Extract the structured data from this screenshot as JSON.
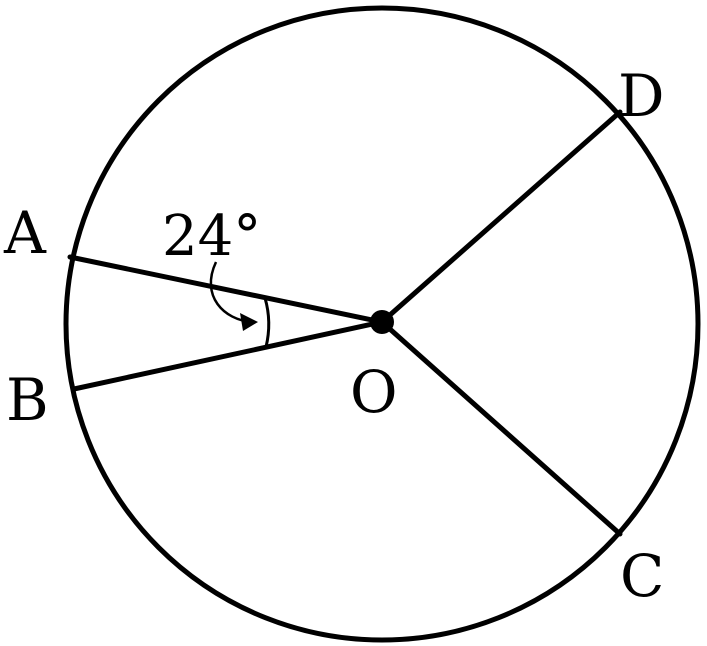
{
  "diagram": {
    "points": {
      "A": "A",
      "B": "B",
      "C": "C",
      "D": "D",
      "O": "O"
    },
    "angle_label": "24°",
    "colors": {
      "stroke": "#000000",
      "background": "#ffffff"
    }
  }
}
